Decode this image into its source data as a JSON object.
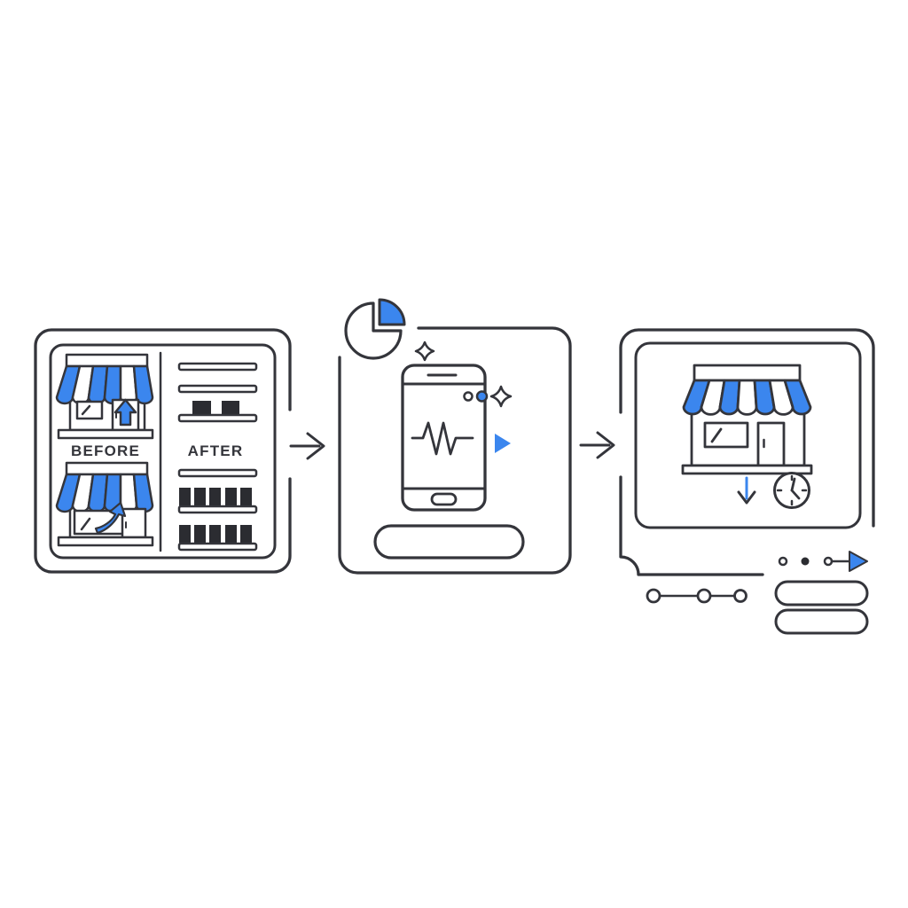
{
  "colors": {
    "ink": "#34353b",
    "blue": "#3b86ee",
    "box": "#2b2c31",
    "paper": "#ffffff"
  },
  "comparison": {
    "before_label": "BEFORE",
    "after_label": "AFTER"
  },
  "icons": {
    "left_panel": [
      "storefront-up-icon",
      "sparse-shelf-icon",
      "growth-storefront-icon",
      "stocked-shelves-icon"
    ],
    "middle_panel": [
      "pie-chart-icon",
      "sparkle-icon",
      "smartphone-icon",
      "waveform-icon",
      "notification-dots-icon",
      "play-icon",
      "button-pill"
    ],
    "right_panel": [
      "storefront-icon",
      "down-arrow-icon",
      "clock-icon",
      "progress-dots-icon",
      "play-icon",
      "timeline-nodes-icon",
      "text-line-pills"
    ],
    "connectors": [
      "right-arrow-icon",
      "right-arrow-icon"
    ]
  }
}
